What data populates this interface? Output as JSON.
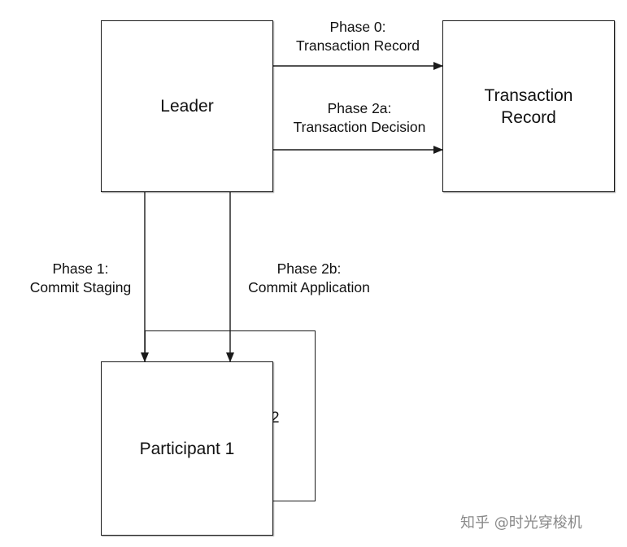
{
  "nodes": {
    "leader": {
      "label": "Leader"
    },
    "transaction_record": {
      "label": "Transaction\nRecord"
    },
    "participant_1": {
      "label": "Participant 1"
    },
    "participant_2": {
      "label": "2"
    }
  },
  "edges": {
    "phase0": {
      "line1": "Phase 0:",
      "line2": "Transaction Record"
    },
    "phase2a": {
      "line1": "Phase 2a:",
      "line2": "Transaction Decision"
    },
    "phase1": {
      "line1": "Phase 1:",
      "line2": "Commit Staging"
    },
    "phase2b": {
      "line1": "Phase 2b:",
      "line2": "Commit Application"
    }
  },
  "watermark": {
    "text": "知乎 @时光穿梭机"
  },
  "colors": {
    "stroke": "#1a1a1a",
    "background": "#ffffff",
    "watermark": "#8a8a8a"
  }
}
